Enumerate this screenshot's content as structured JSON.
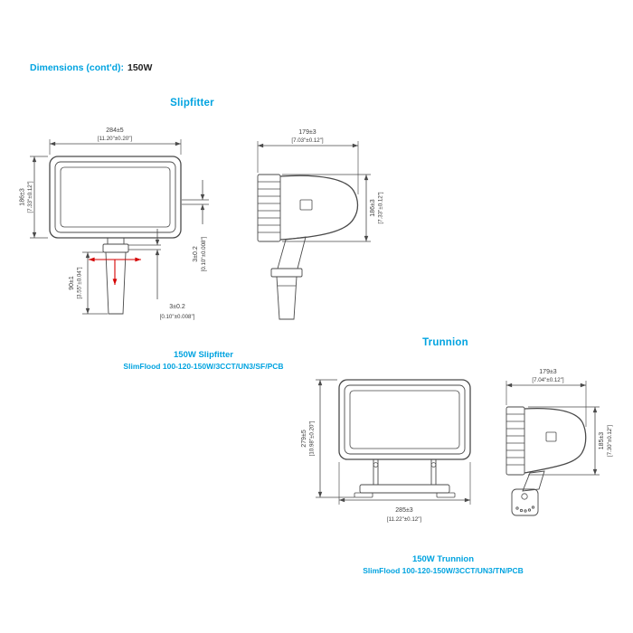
{
  "page": {
    "header_label": "Dimensions (cont'd):",
    "header_value": "150W"
  },
  "colors": {
    "accent": "#00A3E0",
    "line": "#4a4a4a",
    "red": "#d40000"
  },
  "slipfitter": {
    "title": "Slipfitter",
    "caption_line1": "150W Slipfitter",
    "caption_line2": "SlimFlood 100-120-150W/3CCT/UN3/SF/PCB",
    "front": {
      "width_mm": "284±5",
      "width_in": "[11.20\"±0.20\"]",
      "height_mm": "186±3",
      "height_in": "[7.33\"±0.12\"]",
      "lip_mm": "3±0.2",
      "lip_in": "[0.10\"±0.008\"]",
      "gap_mm": "3±0.2",
      "gap_in": "[0.10\"±0.008\"]",
      "spigot_mm": "90±1",
      "spigot_in": "[3.55\"±0.04\"]"
    },
    "side": {
      "depth_mm": "179±3",
      "depth_in": "[7.03\"±0.12\"]",
      "height_mm": "186±3",
      "height_in": "[7.33\"±0.12\"]"
    }
  },
  "trunnion": {
    "title": "Trunnion",
    "caption_line1": "150W Trunnion",
    "caption_line2": "SlimFlood 100-120-150W/3CCT/UN3/TN/PCB",
    "front": {
      "height_mm": "279±5",
      "height_in": "[10.98\"±0.20\"]",
      "width_mm": "285±3",
      "width_in": "[11.22\"±0.12\"]"
    },
    "side": {
      "depth_mm": "179±3",
      "depth_in": "[7.04\"±0.12\"]",
      "height_mm": "185±3",
      "height_in": "[7.30\"±0.12\"]"
    }
  }
}
